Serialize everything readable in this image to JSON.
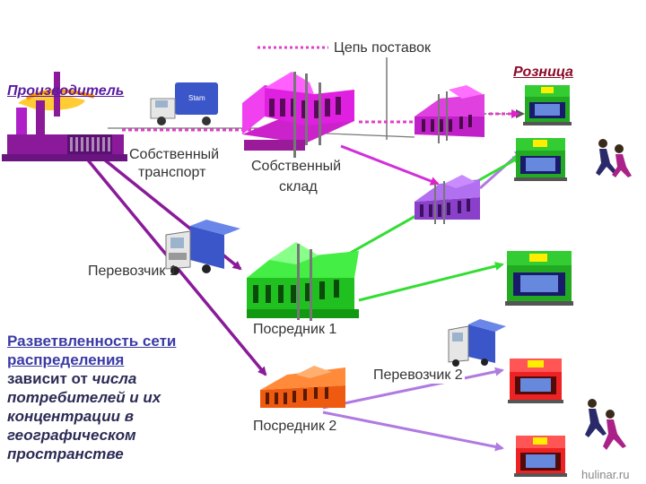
{
  "labels": {
    "legend": "Цепь поставок",
    "producer": "Производитель",
    "retail": "Розница",
    "own_transport_1": "Собственный",
    "own_transport_2": "транспорт",
    "own_warehouse_1": "Собственный",
    "own_warehouse_2": "склад",
    "carrier1": "Перевозчик 1",
    "intermediary1": "Посредник 1",
    "carrier2": "Перевозчик 2",
    "intermediary2": "Посредник  2",
    "watermark": "hulinar.ru"
  },
  "note": {
    "line1": "Разветвленность сети",
    "line2": "распределения",
    "line3_a": "зависит от ",
    "line3_b": "числа",
    "line4": "потребителей и их",
    "line5": "концентрации в",
    "line6": "географическом",
    "line7": "пространстве"
  },
  "van_text": "Stam",
  "colors": {
    "supply_chain_purple": "#8a1a9a",
    "legend_pink": "#e040c8",
    "warehouse_magenta": "#e020e0",
    "warehouse_violet": "#a060e0",
    "intermediary1_green": "#22dd22",
    "intermediary2_orange": "#ff6a1a",
    "retail_green": "#22aa22",
    "retail_red": "#ee2222",
    "arrow_green": "#33dd33",
    "arrow_lavender": "#b07ae0",
    "truck_blue": "#3a56c8"
  },
  "icons": [
    "factory-icon",
    "van-icon",
    "warehouse-icon",
    "truck-icon",
    "shop-icon",
    "shoppers-icon"
  ]
}
